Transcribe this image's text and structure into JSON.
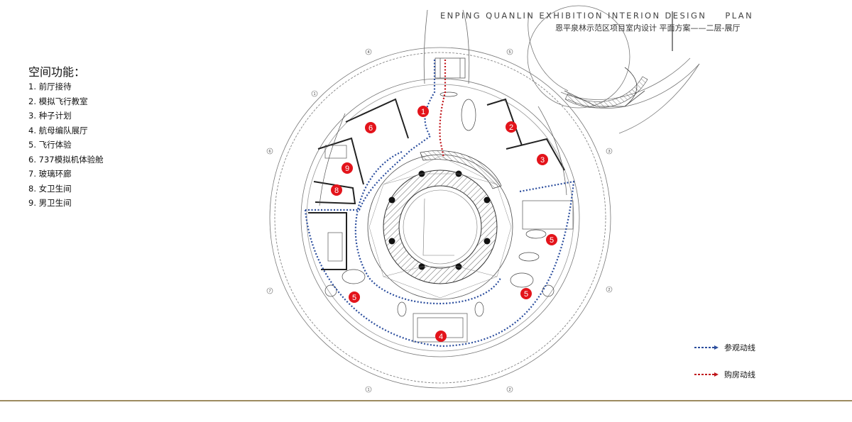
{
  "header": {
    "title_en": "ENPING QUANLIN EXHIBITION INTERION DESIGN",
    "plan_label": "PLAN",
    "title_cn": "恩平泉林示范区项目室内设计",
    "subtitle_cn": "平面方案——二层-展厅"
  },
  "functions": {
    "heading": "空间功能：",
    "items": [
      "1. 前厅接待",
      "2. 模拟飞行教室",
      "3. 种子计划",
      "4. 航母编队展厅",
      "5. 飞行体验",
      "6. 737模拟机体验舱",
      "7. 玻璃环廊",
      "8. 女卫生间",
      "9. 男卫生间"
    ]
  },
  "routes": {
    "visit": {
      "label": "参观动线",
      "color": "#2d4f9e"
    },
    "purchase": {
      "label": "购房动线",
      "color": "#c0161b"
    }
  },
  "markers": [
    "1",
    "2",
    "3",
    "4",
    "5",
    "5",
    "5",
    "6",
    "8",
    "9"
  ],
  "axis_labels": [
    "4",
    "5",
    "6",
    "7",
    "1",
    "2",
    "3",
    "1",
    "2"
  ],
  "colors": {
    "marker": "#e3141b",
    "line": "#555555",
    "footer": "#9c8a60"
  }
}
